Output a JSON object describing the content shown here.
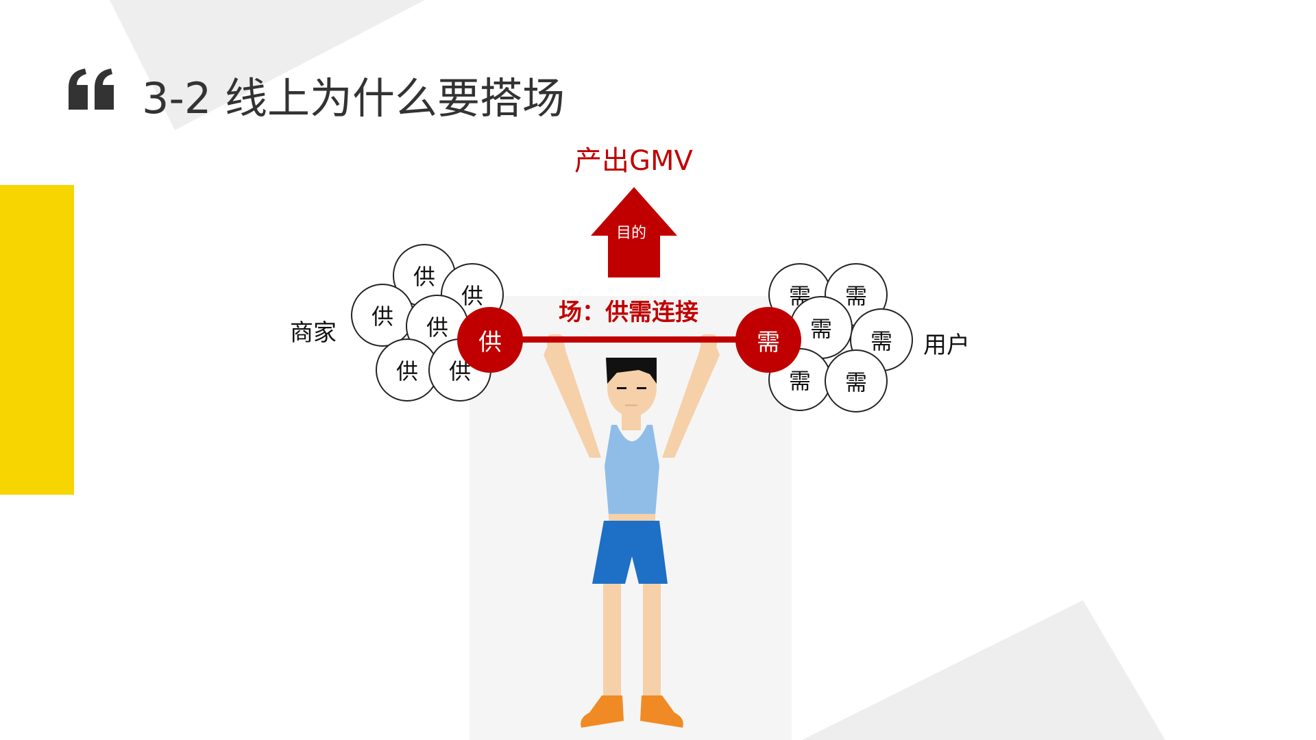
{
  "slide": {
    "title": "3-2 线上为什么要搭场",
    "accent_color": "#c00000",
    "side_bar_color": "#f7d500"
  },
  "diagram": {
    "goal_label": "产出GMV",
    "arrow_label": "目的",
    "field_label": "场：供需连接",
    "merchant_label": "商家",
    "user_label": "用户",
    "supply_weight_label": "供",
    "demand_weight_label": "需",
    "supply_bubbles": [
      "供",
      "供",
      "供",
      "供",
      "供",
      "供"
    ],
    "demand_bubbles": [
      "需",
      "需",
      "需",
      "需",
      "需",
      "需"
    ]
  }
}
